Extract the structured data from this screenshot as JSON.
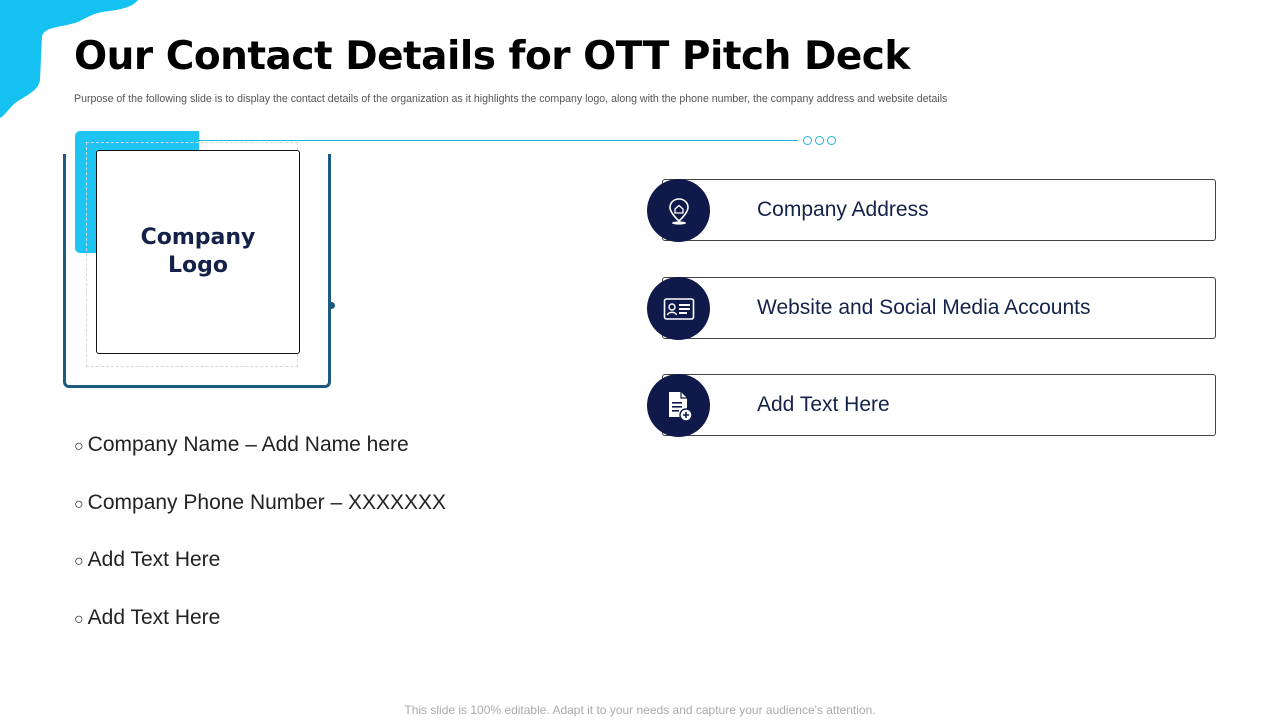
{
  "header": {
    "title": "Our Contact Details for OTT Pitch Deck",
    "subtitle": "Purpose of the following slide is to display the contact details of the organization as it highlights  the company logo, along with the phone number, the company address and website details"
  },
  "logo": {
    "line1": "Company",
    "line2": "Logo"
  },
  "details": [
    "Company Name – Add Name here",
    "Company Phone Number – XXXXXXX",
    "Add Text Here",
    "Add Text Here"
  ],
  "cards": [
    {
      "label": "Company Address",
      "icon": "location-pin-icon"
    },
    {
      "label": "Website and Social Media Accounts",
      "icon": "id-card-icon"
    },
    {
      "label": "Add Text Here",
      "icon": "add-document-icon"
    }
  ],
  "footer": "This slide is 100% editable. Adapt it to your needs and capture your audience's attention.",
  "colors": {
    "accent_cyan": "#1ec5f2",
    "navy": "#101a4a",
    "teal": "#1c5b7f",
    "line_cyan": "#1bb7d6"
  }
}
